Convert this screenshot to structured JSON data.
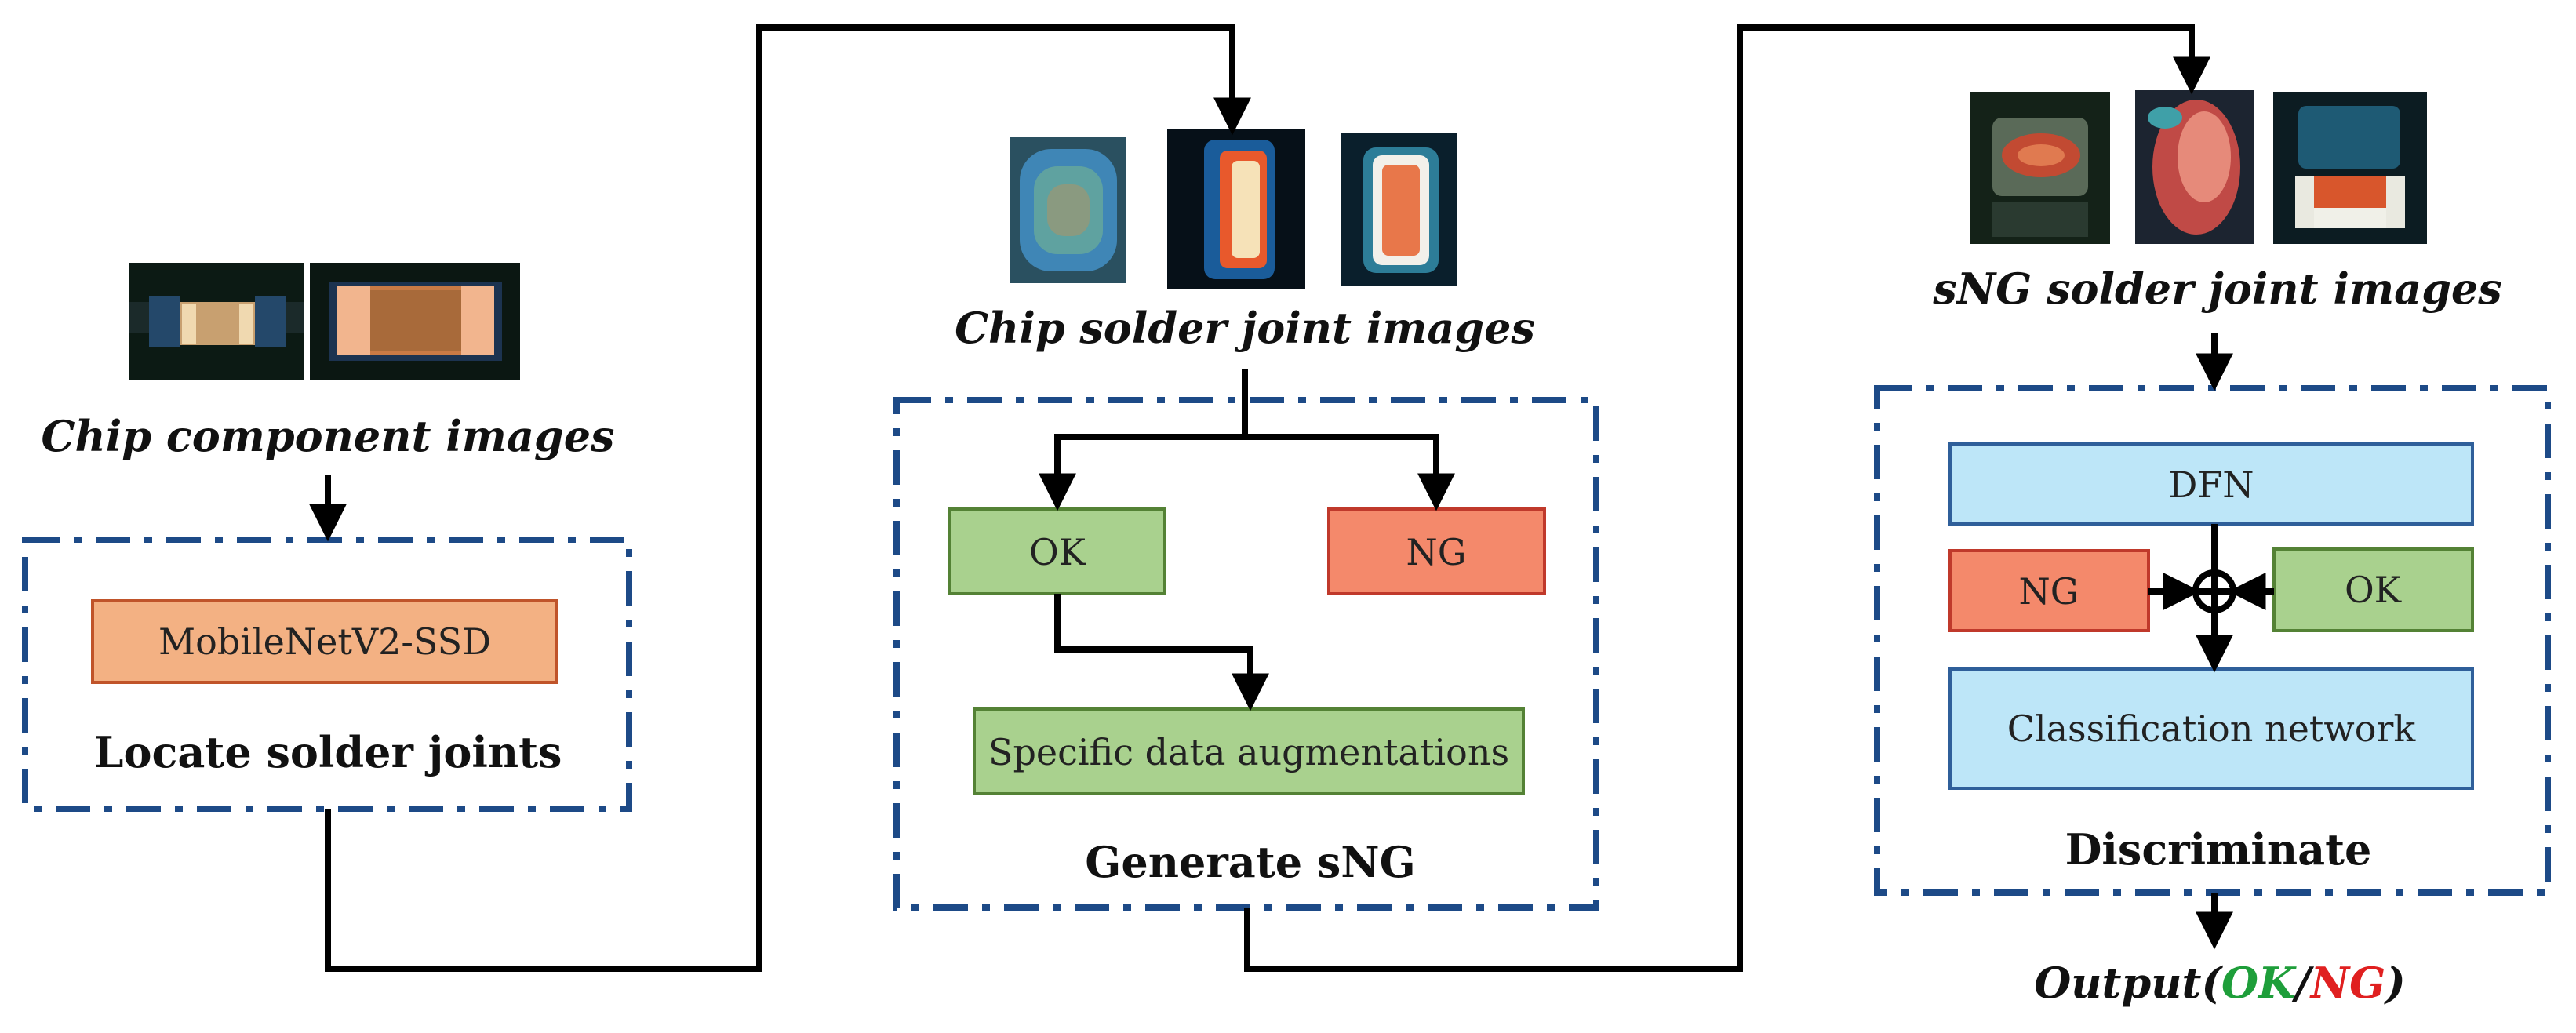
{
  "colors": {
    "panel_border": "#1d4a87",
    "orange_box": "#f3b183",
    "ok_box": "#a9d18e",
    "ng_box": "#f4896b",
    "blue_box": "#bde6f8",
    "ok_text": "#1e9e3a",
    "ng_text": "#e02020"
  },
  "stage1": {
    "caption": "Chip component images",
    "model_box": "MobileNetV2-SSD",
    "title": "Locate solder joints"
  },
  "stage2": {
    "caption": "Chip solder joint images",
    "ok_box": "OK",
    "ng_box": "NG",
    "aug_box": "Specific data augmentations",
    "title": "Generate sNG"
  },
  "stage3": {
    "caption": "sNG solder joint images",
    "dfn_box": "DFN",
    "ng_box": "NG",
    "ok_box": "OK",
    "cls_box": "Classification network",
    "title": "Discriminate"
  },
  "output": {
    "prefix": "Output(",
    "ok": "OK",
    "sep": "/",
    "ng": "NG",
    "suffix": ")"
  },
  "icons": {
    "sum_node": "circle-plus-icon"
  }
}
